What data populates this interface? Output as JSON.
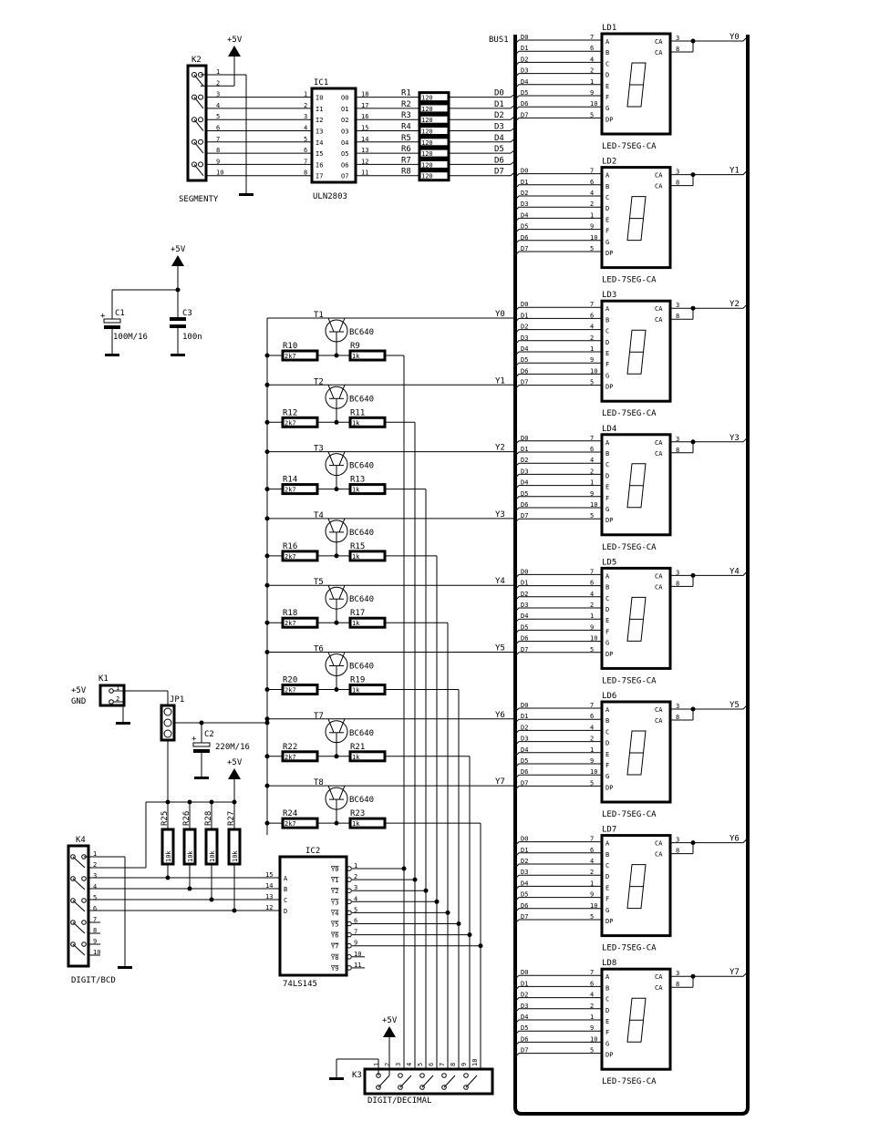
{
  "colors": {
    "ink": "#000000",
    "paper": "#ffffff"
  },
  "power": {
    "vcc": "+5V",
    "gnd": "GND"
  },
  "bus": {
    "label": "BUS1",
    "data_lines": [
      "D0",
      "D1",
      "D2",
      "D3",
      "D4",
      "D5",
      "D6",
      "D7"
    ]
  },
  "k2": {
    "ref": "K2",
    "name": "SEGMENTY",
    "pins": [
      "1",
      "2",
      "3",
      "4",
      "5",
      "6",
      "7",
      "8",
      "9",
      "10"
    ]
  },
  "ic1": {
    "ref": "IC1",
    "part": "ULN2803",
    "inputs": [
      "I0",
      "I1",
      "I2",
      "I3",
      "I4",
      "I5",
      "I6",
      "I7"
    ],
    "in_pins": [
      "1",
      "2",
      "3",
      "4",
      "5",
      "6",
      "7",
      "8"
    ],
    "outputs": [
      "O0",
      "O1",
      "O2",
      "O3",
      "O4",
      "O5",
      "O6",
      "O7"
    ],
    "out_pins": [
      "18",
      "17",
      "16",
      "15",
      "14",
      "13",
      "12",
      "11"
    ]
  },
  "seg_resistors": {
    "refs": [
      "R1",
      "R2",
      "R3",
      "R4",
      "R5",
      "R6",
      "R7",
      "R8"
    ],
    "value": "120"
  },
  "c1": {
    "ref": "C1",
    "value": "100M/16",
    "plus": "+"
  },
  "c3": {
    "ref": "C3",
    "value": "100n"
  },
  "c2": {
    "ref": "C2",
    "value": "220M/16",
    "plus": "+"
  },
  "k1": {
    "ref": "K1",
    "pins": [
      "1",
      "2"
    ],
    "labels": [
      "+5V",
      "GND"
    ]
  },
  "jp1": {
    "ref": "JP1"
  },
  "transistors": {
    "refs": [
      "T1",
      "T2",
      "T3",
      "T4",
      "T5",
      "T6",
      "T7",
      "T8"
    ],
    "part": "BC640",
    "base_r": [
      "R10",
      "R12",
      "R14",
      "R16",
      "R18",
      "R20",
      "R22",
      "R24"
    ],
    "base_r_value": "2k7",
    "series_r": [
      "R9",
      "R11",
      "R13",
      "R15",
      "R17",
      "R19",
      "R21",
      "R23"
    ],
    "series_r_value": "1k",
    "digit_lines": [
      "Y0",
      "Y1",
      "Y2",
      "Y3",
      "Y4",
      "Y5",
      "Y6",
      "Y7"
    ]
  },
  "displays": {
    "refs": [
      "LD1",
      "LD2",
      "LD3",
      "LD4",
      "LD5",
      "LD6",
      "LD7",
      "LD8"
    ],
    "part": "LED-7SEG-CA",
    "seg_names": [
      "A",
      "B",
      "C",
      "D",
      "E",
      "F",
      "G",
      "DP"
    ],
    "seg_pins": [
      "7",
      "6",
      "4",
      "2",
      "1",
      "9",
      "10",
      "5"
    ],
    "ca_label": "CA",
    "ca_pins": [
      "3",
      "8"
    ]
  },
  "pullups": {
    "refs": [
      "R25",
      "R26",
      "R28",
      "R27"
    ],
    "value": "10k"
  },
  "k4": {
    "ref": "K4",
    "name": "DIGIT/BCD",
    "pins": [
      "1",
      "2",
      "3",
      "4",
      "5",
      "6",
      "7",
      "8",
      "9",
      "10"
    ]
  },
  "ic2": {
    "ref": "IC2",
    "part": "74LS145",
    "inputs": [
      "A",
      "B",
      "C",
      "D"
    ],
    "in_pins": [
      "15",
      "14",
      "13",
      "12"
    ],
    "outputs": [
      "Y0",
      "Y1",
      "Y2",
      "Y3",
      "Y4",
      "Y5",
      "Y6",
      "Y7",
      "Y8",
      "Y9"
    ],
    "out_pins": [
      "1",
      "2",
      "3",
      "4",
      "5",
      "6",
      "7",
      "9",
      "10",
      "11"
    ]
  },
  "k3": {
    "ref": "K3",
    "name": "DIGIT/DECIMAL",
    "pins": [
      "1",
      "2",
      "3",
      "4",
      "5",
      "6",
      "7",
      "8",
      "9",
      "10"
    ]
  }
}
